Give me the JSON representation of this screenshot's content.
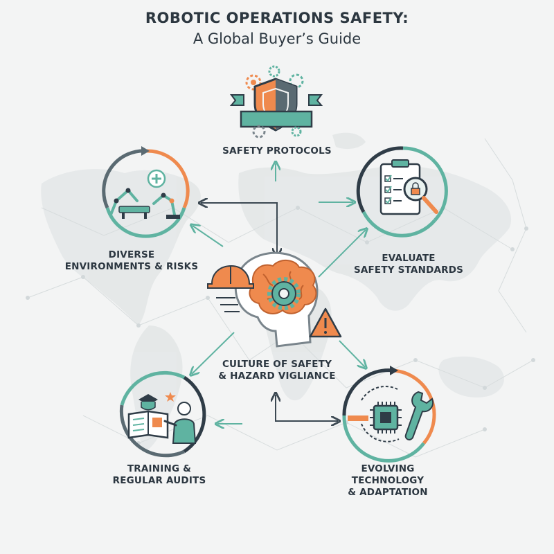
{
  "header": {
    "title": "ROBOTIC OPERATIONS SAFETY:",
    "subtitle": "A Global Buyer’s Guide"
  },
  "center": {
    "line1": "CULTURE OF SAFETY",
    "line2": "& HAZARD VIGLIANCE",
    "icons": [
      "head-icon",
      "brain-icon",
      "gear-icon",
      "hard-hat-icon",
      "warning-icon"
    ]
  },
  "nodes": {
    "safety_protocols": {
      "line1": "SAFETY PROTOCOLS",
      "icon": "shield-gears-icon"
    },
    "evaluate": {
      "line1": "EVALUATE",
      "line2": "SAFETY STANDARDS",
      "icon": "clipboard-lock-magnifier-icon"
    },
    "diverse": {
      "line1": "DIVERSE",
      "line2": "ENVIRONMENTS & RISKS",
      "icon": "robotic-arms-medical-icon"
    },
    "training": {
      "line1": "TRAINING &",
      "line2": "REGULAR AUDITS",
      "icon": "book-graduation-icon"
    },
    "evolving": {
      "line1": "EVOLVING",
      "line2": "TECHNOLOGY",
      "line3": "& ADAPTATION",
      "icon": "chip-wrench-icon"
    }
  },
  "colors": {
    "teal": "#5fb3a1",
    "orange": "#ef8a4e",
    "navy": "#2f3c47",
    "gray": "#7a858c",
    "map": "#e2e5e6"
  }
}
